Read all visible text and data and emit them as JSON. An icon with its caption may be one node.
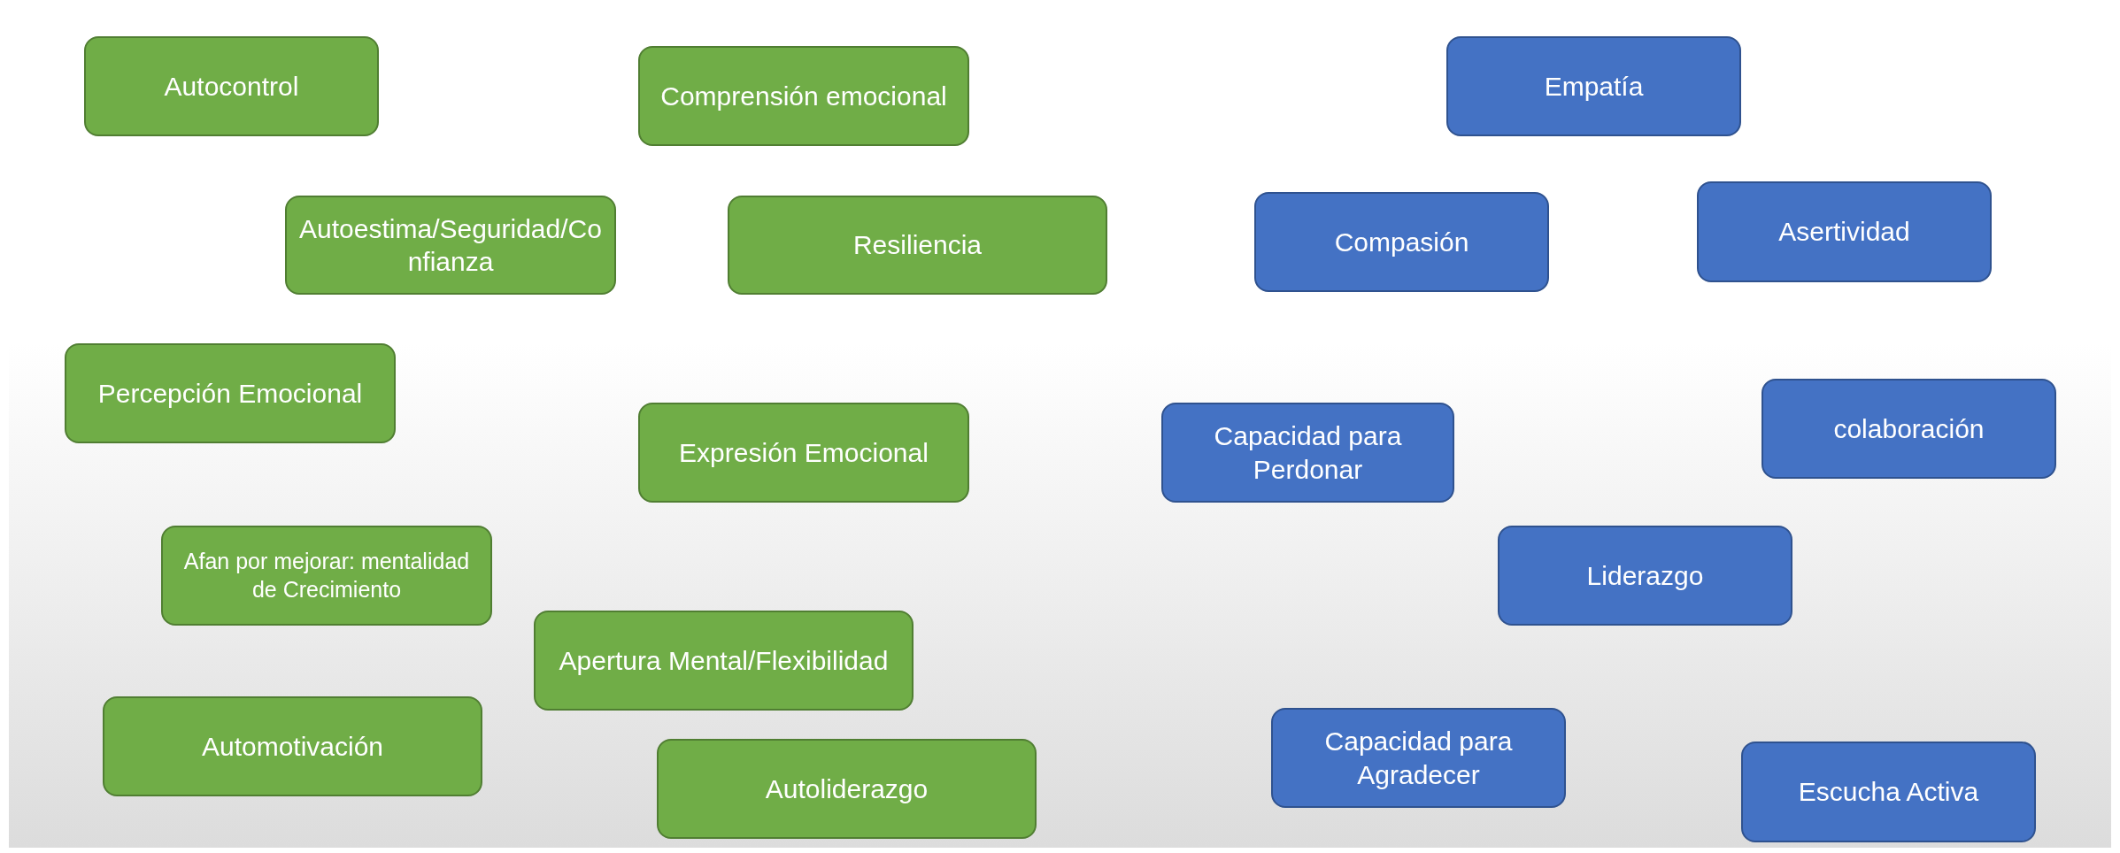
{
  "diagram": {
    "nodes": [
      {
        "text": [
          "Autocontrol"
        ]
      },
      {
        "text": [
          "Comprensión emocional"
        ]
      },
      {
        "text": [
          "Empatía"
        ]
      },
      {
        "text": [
          "Autoestima/Seguridad/Confianza"
        ]
      },
      {
        "text": [
          "Resiliencia"
        ]
      },
      {
        "text": [
          "Compasión"
        ]
      },
      {
        "text": [
          "Asertividad"
        ]
      },
      {
        "text": [
          "Percepción Emocional"
        ]
      },
      {
        "text": [
          "Expresión Emocional"
        ]
      },
      {
        "text": [
          "Capacidad para Perdonar"
        ]
      },
      {
        "text": [
          "colaboración"
        ]
      },
      {
        "text": [
          "Afan por mejorar: mentalidad de Crecimiento"
        ]
      },
      {
        "text": [
          "Liderazgo"
        ]
      },
      {
        "text": [
          "Apertura Mental/Flexibilidad"
        ]
      },
      {
        "text": [
          "Automotivación"
        ]
      },
      {
        "text": [
          "Autoliderazgo"
        ]
      },
      {
        "text": [
          "Capacidad para Agradecer"
        ]
      },
      {
        "text": [
          "Escucha Activa"
        ]
      }
    ]
  }
}
